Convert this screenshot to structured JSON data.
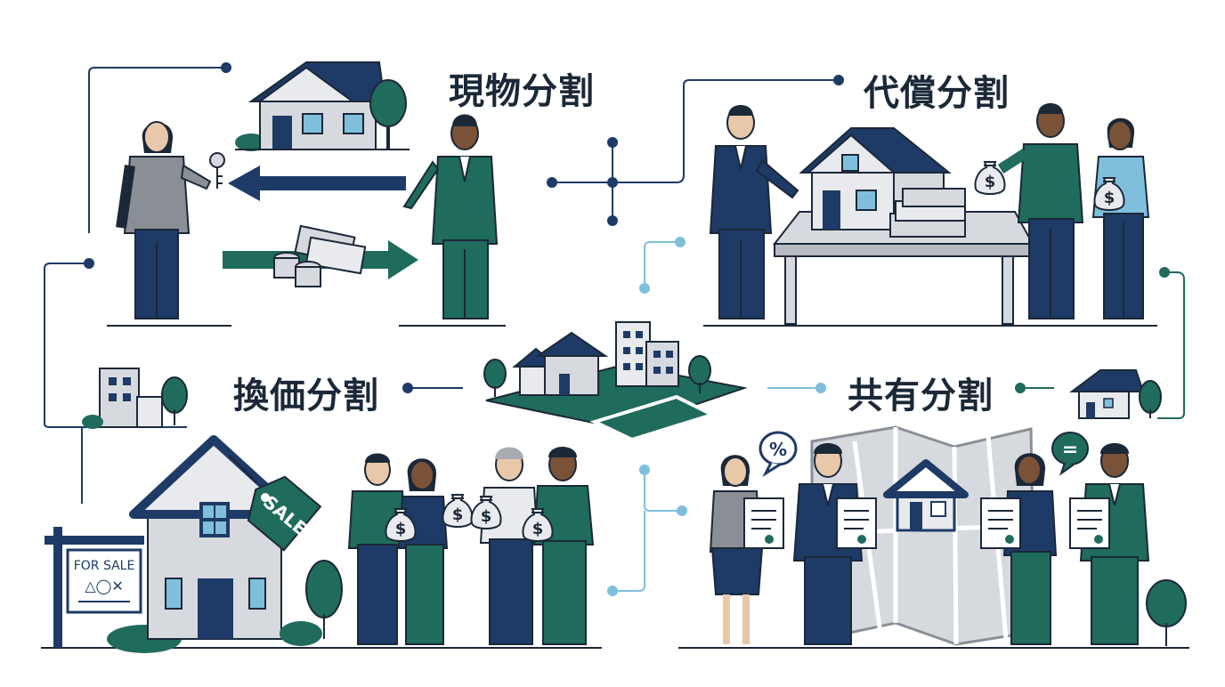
{
  "sections": {
    "physical": {
      "title": "現物分割"
    },
    "compensatory": {
      "title": "代償分割"
    },
    "conversion": {
      "title": "換価分割"
    },
    "coownership": {
      "title": "共有分割"
    }
  },
  "sale": {
    "tag_label": "SALE",
    "sign_label": "FOR SALE",
    "sign_symbols": "△◯✕"
  },
  "bubbles": {
    "percent": "%",
    "equals": "="
  },
  "icons": {
    "money_bag": "$"
  },
  "colors": {
    "navy": "#1e3a66",
    "teal": "#1f6b5c",
    "gray": "#8a8f96",
    "light_gray": "#d6d9de",
    "sky": "#7fbfdc"
  }
}
